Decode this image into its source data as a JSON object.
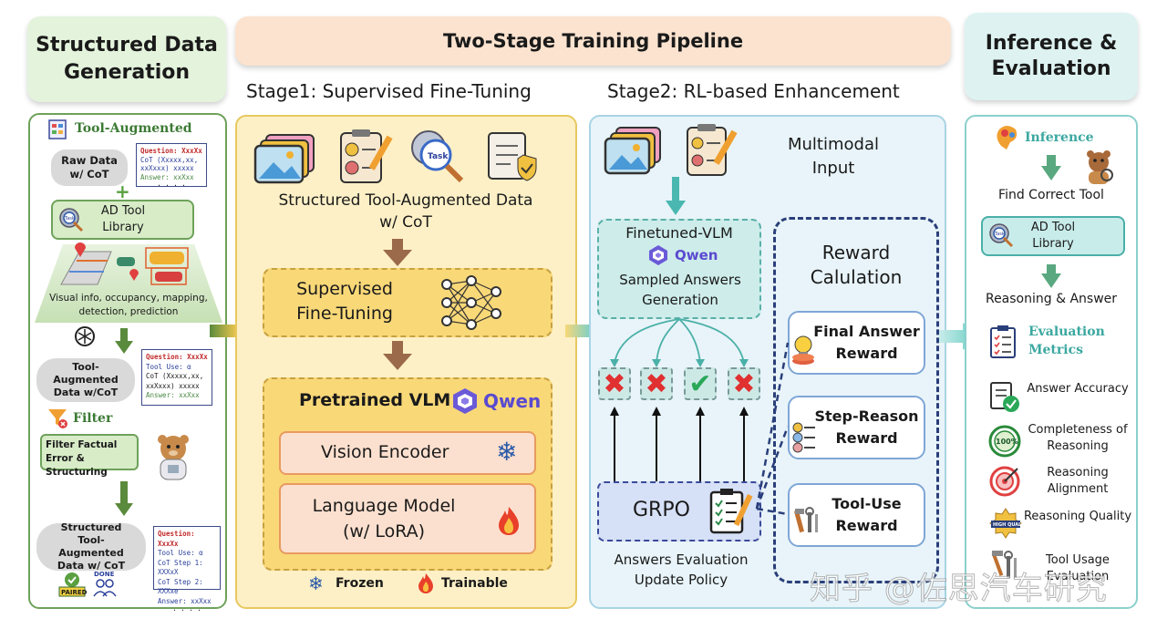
{
  "headers": {
    "left": "Structured Data Generation",
    "middle": "Two-Stage Training Pipeline",
    "right": "Inference & Evaluation"
  },
  "left": {
    "tool_augmented": "Tool-Augmented",
    "raw_data": "Raw Data w/ CoT",
    "plus": "+",
    "ad_tool_library": "AD Tool Library",
    "task_tag": "Task",
    "visual_info": "Visual info, occupancy, mapping, detection, prediction",
    "box1": {
      "q": "Question: XxxXx",
      "cot": "CoT (Xxxxx,xx, xxXxxx) xxxxx",
      "ans": "Answer: xxXxx",
      "dots": "· · · ·"
    },
    "tool_aug_data": "Tool-Augmented Data w/CoT",
    "box2": {
      "q": "Question: XxxXx",
      "tool": "Tool Use: α",
      "cot": "CoT (Xxxxx,xx, xxXxxx) xxxxx",
      "ans": "Answer: xxXxx"
    },
    "filter": "Filter",
    "filter_box": "Filter Factual Error & Structuring",
    "structured": "Structured Tool-Augmented Data w/ CoT",
    "box3": {
      "q": "Question: XxxXx",
      "tool": "Tool Use: α",
      "s1": "CoT Step 1: XXXxX",
      "s2": "CoT Step 2: XXXxe",
      "ans": "Answer: xxXxx",
      "dots": "· · · ·"
    },
    "paired": "PAIRED",
    "done": "DONE"
  },
  "stage1": {
    "title": "Stage1: Supervised Fine-Tuning",
    "data_label": "Structured Tool-Augmented Data w/ CoT",
    "task_tag": "Task",
    "sft": "Supervised Fine-Tuning",
    "pretrained": "Pretrained VLM",
    "qwen": "Qwen",
    "vision": "Vision Encoder",
    "language": "Language Model (w/ LoRA)",
    "frozen": "Frozen",
    "trainable": "Trainable"
  },
  "stage2": {
    "title": "Stage2: RL-based Enhancement",
    "multimodal": "Multimodal Input",
    "finetuned": "Finetuned-VLM",
    "qwen": "Qwen",
    "sampled": "Sampled Answers Generation",
    "grpo": "GRPO",
    "answers_eval": "Answers Evaluation Update Policy",
    "reward_title": "Reward Calulation",
    "reward1": "Final Answer Reward",
    "reward2": "Step-Reason Reward",
    "reward3": "Tool-Use Reward",
    "marks": [
      "✖",
      "✖",
      "✔",
      "✖"
    ]
  },
  "right": {
    "inference": "Inference",
    "find_tool": "Find Correct Tool",
    "ad_tool_library": "AD Tool Library",
    "task_tag": "Task",
    "reasoning_answer": "Reasoning & Answer",
    "eval_metrics": "Evaluation Metrics",
    "metrics": [
      "Answer Accuracy",
      "Completeness of Reasoning",
      "Reasoning Alignment",
      "Reasoning Quality",
      "Tool Usage Evaluation"
    ],
    "badge_100": "100%",
    "badge_high": "HIGH QUALITY"
  },
  "watermark": "知乎 @佐思汽车研究",
  "colors": {
    "green_header": "#e4f3dc",
    "orange_header": "#fbe3cf",
    "teal_header": "#def3f1",
    "stage1_bg": "#fdf0c6",
    "stage2_bg": "#e8f4f9"
  }
}
